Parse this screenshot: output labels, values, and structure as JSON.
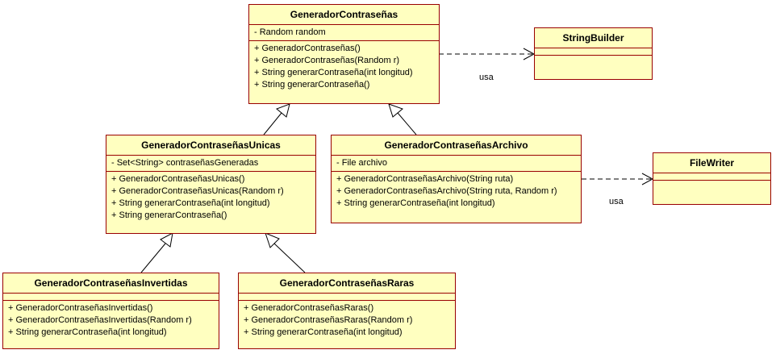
{
  "classes": {
    "generador": {
      "name": "GeneradorContraseñas",
      "attributes": [
        "- Random random"
      ],
      "operations": [
        "+ GeneradorContraseñas()",
        "+ GeneradorContraseñas(Random r)",
        "+ String generarContraseña(int longitud)",
        "+ String generarContraseña()"
      ]
    },
    "stringbuilder": {
      "name": "StringBuilder",
      "attributes": [],
      "operations": []
    },
    "unicas": {
      "name": "GeneradorContraseñasUnicas",
      "attributes": [
        "- Set<String> contraseñasGeneradas"
      ],
      "operations": [
        "+ GeneradorContraseñasUnicas()",
        "+ GeneradorContraseñasUnicas(Random r)",
        "+ String generarContraseña(int longitud)",
        "+ String generarContraseña()"
      ]
    },
    "archivo": {
      "name": "GeneradorContraseñasArchivo",
      "attributes": [
        "- File archivo"
      ],
      "operations": [
        "+ GeneradorContraseñasArchivo(String ruta)",
        "+ GeneradorContraseñasArchivo(String ruta, Random r)",
        "+ String generarContraseña(int longitud)"
      ]
    },
    "filewriter": {
      "name": "FileWriter",
      "attributes": [],
      "operations": []
    },
    "invertidas": {
      "name": "GeneradorContraseñasInvertidas",
      "attributes": [],
      "operations": [
        "+ GeneradorContraseñasInvertidas()",
        "+ GeneradorContraseñasInvertidas(Random r)",
        "+ String generarContraseña(int longitud)"
      ]
    },
    "raras": {
      "name": "GeneradorContraseñasRaras",
      "attributes": [],
      "operations": [
        "+ GeneradorContraseñasRaras()",
        "+ GeneradorContraseñasRaras(Random r)",
        "+ String generarContraseña(int longitud)"
      ]
    }
  },
  "relations": {
    "uses_stringbuilder": {
      "label": "usa"
    },
    "uses_filewriter": {
      "label": "usa"
    }
  },
  "colors": {
    "class_fill": "#ffffc0",
    "class_border": "#990000",
    "edge": "#000000"
  }
}
